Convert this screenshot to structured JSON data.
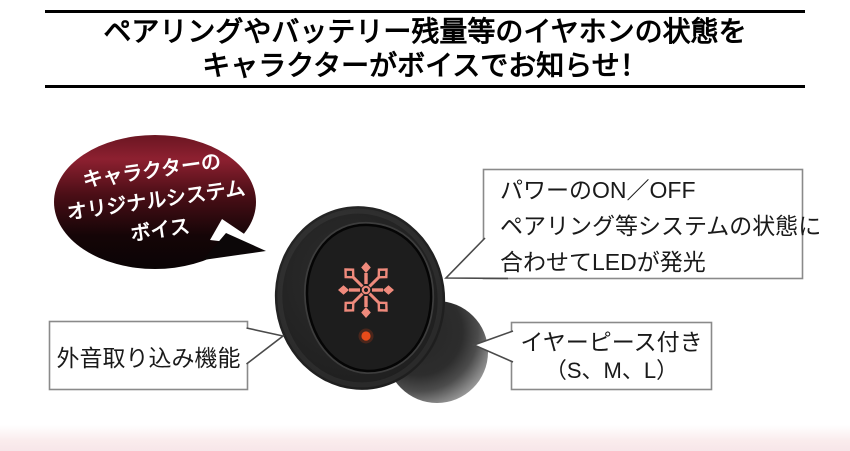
{
  "page": {
    "background_color": "#ffffff",
    "bottom_strip_color": "#f7e6e9"
  },
  "header": {
    "line1": "ペアリングやバッテリー残量等のイヤホンの状態を",
    "line2": "キャラクターがボイスでお知らせ！"
  },
  "speech_bubble": {
    "line1": "キャラクターの",
    "line2": "オリジナルシステム",
    "line3": "ボイス",
    "text_color": "#ffffff",
    "gradient_top_color": "#8d2030",
    "gradient_bottom_color": "#0a0405"
  },
  "earbud": {
    "body_color": "#242424",
    "face_panel_color": "#1d1d1d",
    "logo_icon": "snowflake-logo",
    "logo_color": "#ef8a7c",
    "led_icon": "status-led",
    "led_color": "#e84b1a",
    "ear_tip_color": "#2d2d2d"
  },
  "callouts": {
    "led_status": {
      "line1": "パワーのON／OFF",
      "line2": "ペアリング等システムの状態に",
      "line3": "合わせてLEDが発光"
    },
    "ambient_sound": {
      "label": "外音取り込み機能"
    },
    "ear_tips": {
      "line1": "イヤーピース付き",
      "line2": "（S、M、L）"
    }
  }
}
